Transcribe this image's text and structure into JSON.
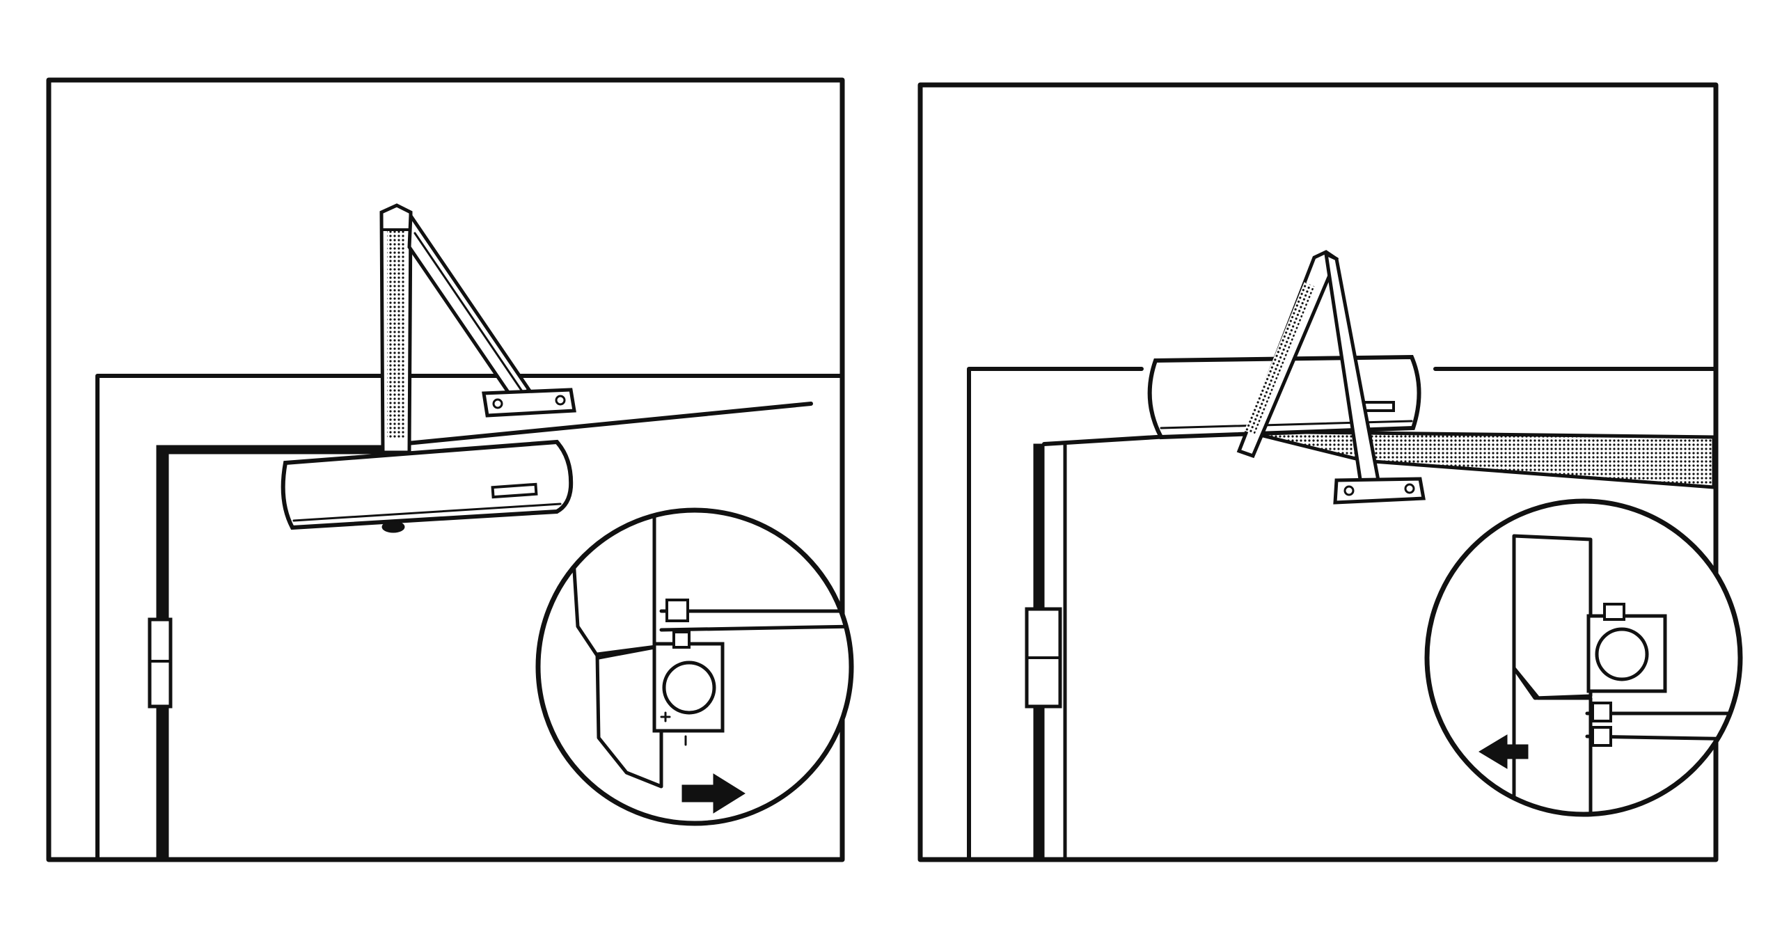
{
  "figure": {
    "panels": [
      {
        "id": "left",
        "mounting": "push-side",
        "arrow_direction": "right"
      },
      {
        "id": "right",
        "mounting": "pull-side",
        "arrow_direction": "left"
      }
    ],
    "colors": {
      "ink": "#111111",
      "background": "#ffffff",
      "hatch": "#111111"
    }
  }
}
